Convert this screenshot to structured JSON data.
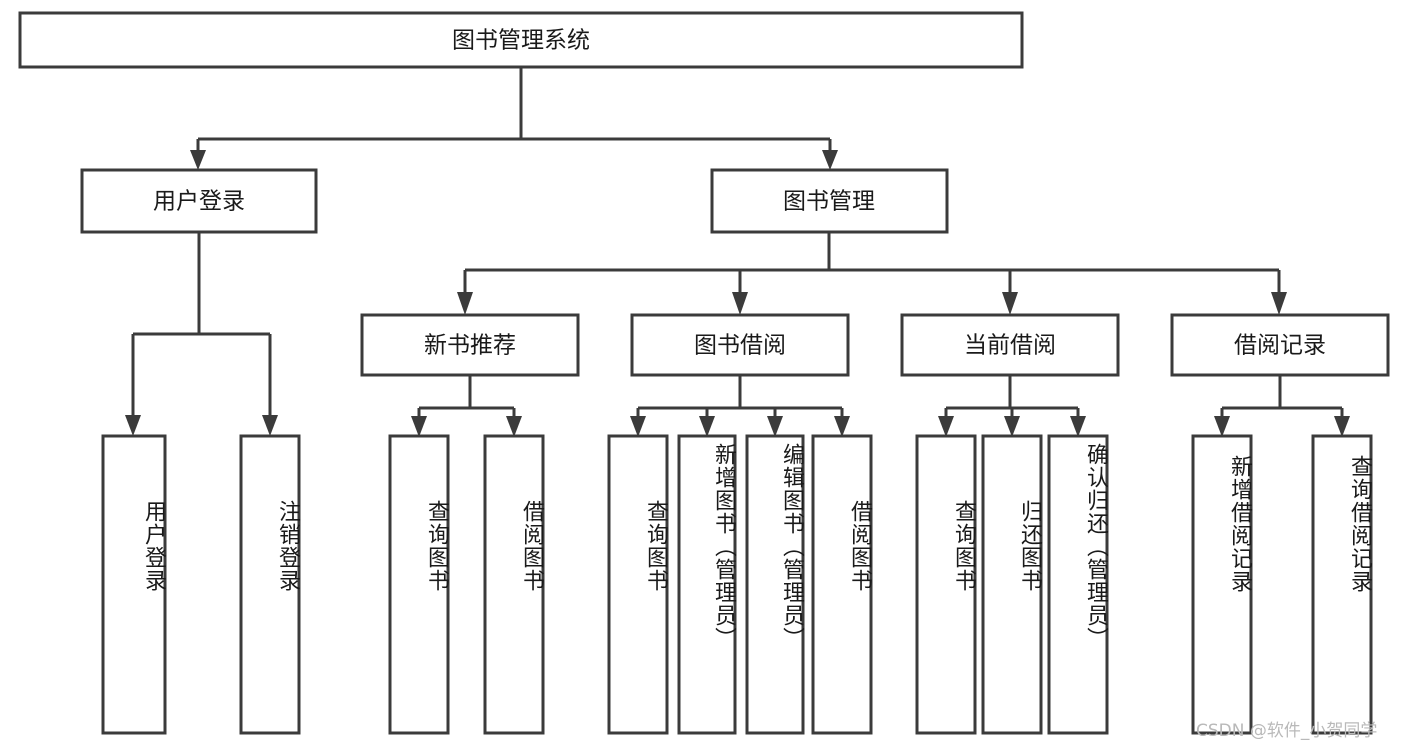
{
  "diagram": {
    "title": "图书管理系统",
    "type": "tree-hierarchy",
    "root": {
      "id": "root",
      "label": "图书管理系统",
      "orientation": "horizontal"
    },
    "level2": [
      {
        "id": "user-login",
        "label": "用户登录",
        "orientation": "horizontal"
      },
      {
        "id": "book-manage",
        "label": "图书管理",
        "orientation": "horizontal"
      }
    ],
    "level3": [
      {
        "id": "new-book-rec",
        "label": "新书推荐",
        "orientation": "horizontal",
        "parent": "book-manage"
      },
      {
        "id": "book-borrow",
        "label": "图书借阅",
        "orientation": "horizontal",
        "parent": "book-manage"
      },
      {
        "id": "current-borrow",
        "label": "当前借阅",
        "orientation": "horizontal",
        "parent": "book-manage"
      },
      {
        "id": "borrow-record",
        "label": "借阅记录",
        "orientation": "horizontal",
        "parent": "book-manage"
      }
    ],
    "leaves": [
      {
        "id": "leaf-user-login",
        "label": "用户登录",
        "parent": "user-login",
        "orientation": "vertical"
      },
      {
        "id": "leaf-user-logout",
        "label": "注销登录",
        "parent": "user-login",
        "orientation": "vertical"
      },
      {
        "id": "leaf-query-book-1",
        "label": "查询图书",
        "parent": "new-book-rec",
        "orientation": "vertical"
      },
      {
        "id": "leaf-borrow-book-1",
        "label": "借阅图书",
        "parent": "new-book-rec",
        "orientation": "vertical"
      },
      {
        "id": "leaf-query-book-2",
        "label": "查询图书",
        "parent": "book-borrow",
        "orientation": "vertical"
      },
      {
        "id": "leaf-add-book",
        "label": "新增图书（管理员）",
        "parent": "book-borrow",
        "orientation": "vertical"
      },
      {
        "id": "leaf-edit-book",
        "label": "编辑图书（管理员）",
        "parent": "book-borrow",
        "orientation": "vertical"
      },
      {
        "id": "leaf-borrow-book-2",
        "label": "借阅图书",
        "parent": "book-borrow",
        "orientation": "vertical"
      },
      {
        "id": "leaf-query-book-3",
        "label": "查询图书",
        "parent": "current-borrow",
        "orientation": "vertical"
      },
      {
        "id": "leaf-return-book",
        "label": "归还图书",
        "parent": "current-borrow",
        "orientation": "vertical"
      },
      {
        "id": "leaf-confirm-return",
        "label": "确认归还（管理员）",
        "parent": "current-borrow",
        "orientation": "vertical"
      },
      {
        "id": "leaf-add-record",
        "label": "新增借阅记录",
        "parent": "borrow-record",
        "orientation": "vertical"
      },
      {
        "id": "leaf-query-record",
        "label": "查询借阅记录",
        "parent": "borrow-record",
        "orientation": "vertical"
      }
    ],
    "colors": {
      "stroke": "#3b3b3b",
      "fill": "#ffffff",
      "text": "#1a1a1a",
      "watermark": "#b9b9b9"
    }
  },
  "watermark": {
    "text": "CSDN @软件_小贺同学"
  }
}
